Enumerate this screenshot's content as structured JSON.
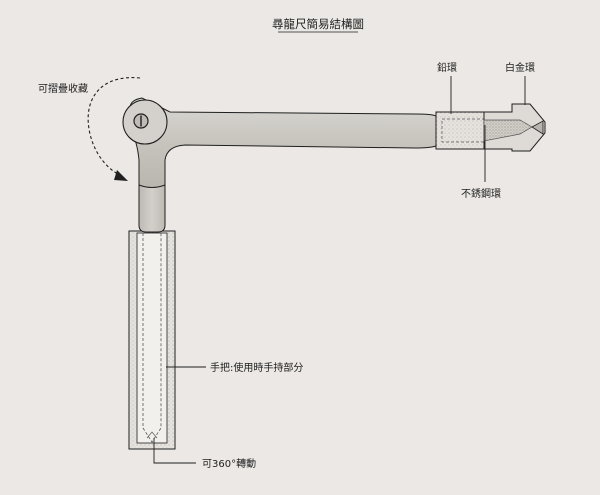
{
  "title": "尋龍尺簡易結構圖",
  "labels": {
    "foldable": "可摺疊收藏",
    "lead_ring": "鉛環",
    "platinum_ring": "白金環",
    "stainless_ring": "不銹鋼環",
    "handle": "手把:使用時手持部分",
    "rotate": "可360°轉動"
  },
  "colors": {
    "background": "#ebe8e5",
    "metal": "#c9c6c0",
    "metal_light": "#d8d6d1",
    "outline": "#1f1f1f"
  }
}
